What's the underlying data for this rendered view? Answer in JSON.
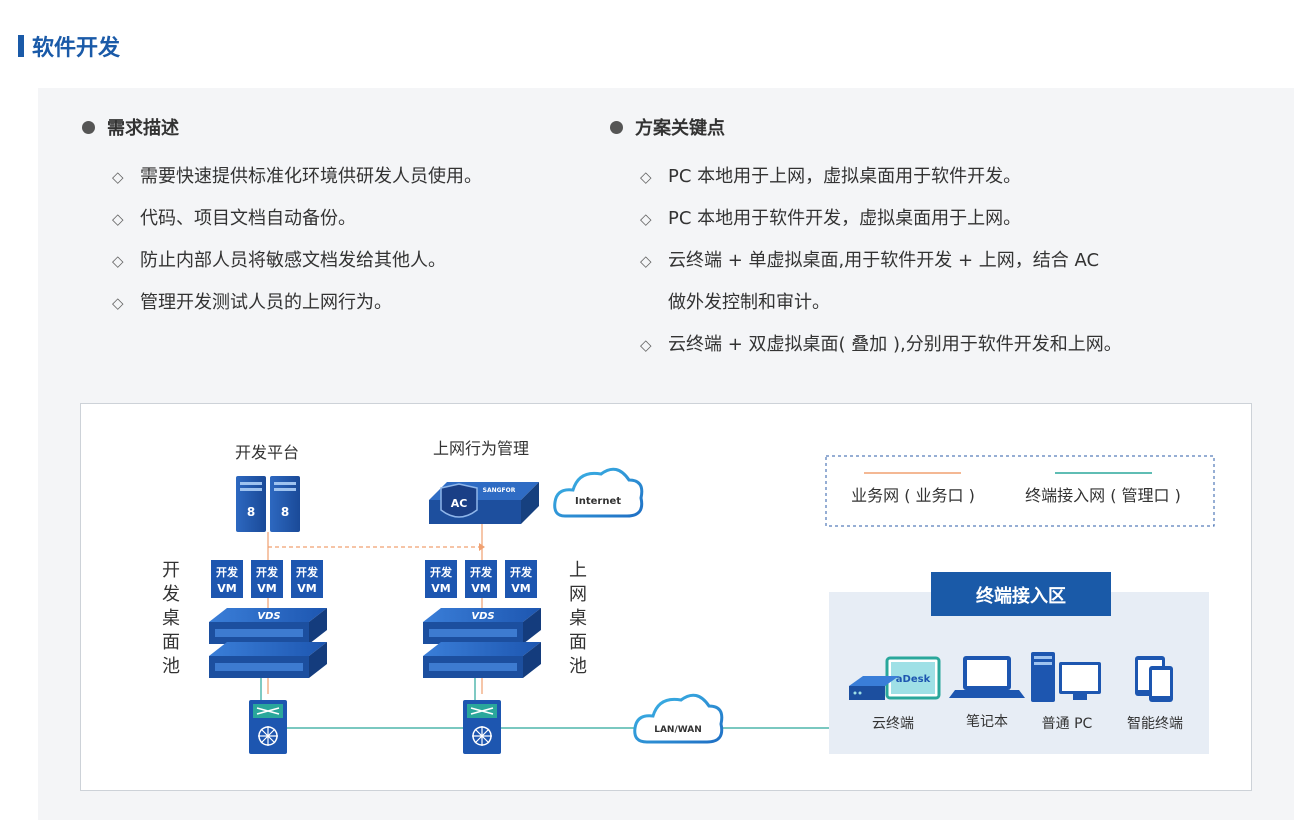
{
  "section_title": "软件开发",
  "requirements": {
    "heading": "需求描述",
    "items": [
      "需要快速提供标准化环境供研发人员使用。",
      "代码、项目文档自动备份。",
      "防止内部人员将敏感文档发给其他人。",
      "管理开发测试人员的上网行为。"
    ]
  },
  "solution": {
    "heading": "方案关键点",
    "items": [
      {
        "line1": "PC 本地用于上网，虚拟桌面用于软件开发。",
        "line2": ""
      },
      {
        "line1": "PC 本地用于软件开发，虚拟桌面用于上网。",
        "line2": ""
      },
      {
        "line1": "云终端 + 单虚拟桌面,用于软件开发 + 上网，结合 AC",
        "line2": "做外发控制和审计。"
      },
      {
        "line1": "云终端 + 双虚拟桌面( 叠加 ),分别用于软件开发和上网。",
        "line2": ""
      }
    ]
  },
  "diagram": {
    "dev_platform_label": "开发平台",
    "web_mgmt_label": "上网行为管理",
    "internet_label": "Internet",
    "ac_label": "AC",
    "sangfor_label": "SANGFOR",
    "vm_label_top": "开发",
    "vm_label_bottom": "VM",
    "vds_label": "VDS",
    "dev_pool_label": "开发桌面池",
    "web_pool_label": "上网桌面池",
    "lan_wan_label": "LAN/WAN",
    "legend": {
      "business_net": "业务网 ( 业务口 )",
      "terminal_net": "终端接入网 ( 管理口 )",
      "business_color": "#f0a070",
      "terminal_color": "#2aa79b"
    },
    "terminal_zone": {
      "title": "终端接入区",
      "adesk_label": "aDesk",
      "devices": [
        "云终端",
        "笔记本",
        "普通 PC",
        "智能终端"
      ]
    }
  }
}
